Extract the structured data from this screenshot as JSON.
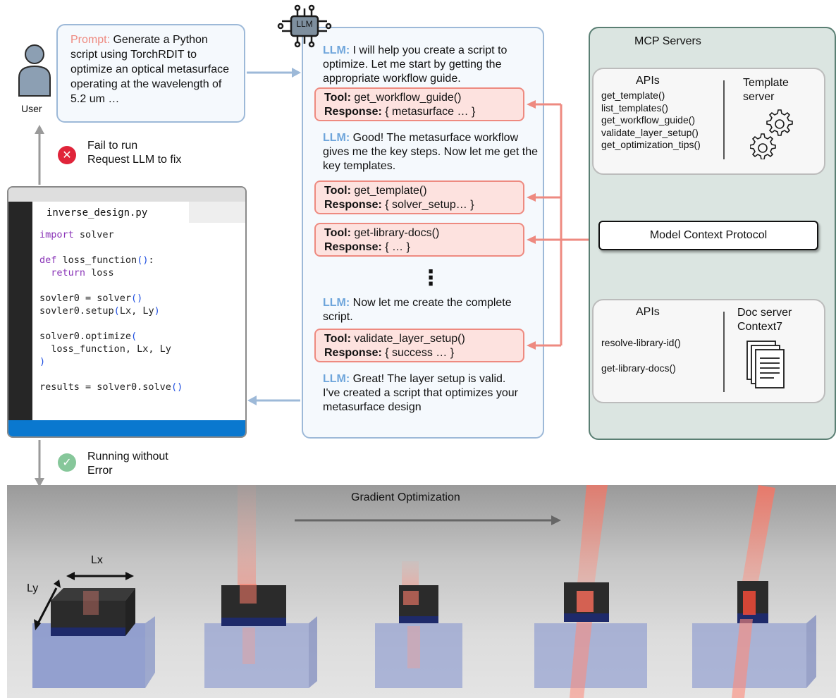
{
  "user": {
    "label": "User"
  },
  "prompt": {
    "label": "Prompt:",
    "text": " Generate a Python script using TorchRDIT to optimize an optical metasurface operating at the wavelength of 5.2 um …"
  },
  "status": {
    "fail_line1": "Fail to run",
    "fail_line2": "Request LLM to fix",
    "ok_line1": "Running without",
    "ok_line2": "Error"
  },
  "editor": {
    "filename": "inverse_design.py"
  },
  "llm_icon": {
    "label": "LLM"
  },
  "chat": {
    "llm_tag": "LLM:",
    "tool_tag": "Tool:",
    "response_tag": "Response:",
    "msg1": " I will help you create a script to optimize. Let me start by getting the appropriate workflow guide.",
    "tool1": " get_workflow_guide()",
    "resp1": " { metasurface … }",
    "msg2": " Good! The metasurface workflow gives me the key steps. Now let me get the key templates.",
    "tool2": " get_template()",
    "resp2": " { solver_setup… }",
    "tool3": " get-library-docs()",
    "resp3": " { … }",
    "ellipsis": "⋮",
    "msg3": " Now let me create the complete script.",
    "tool4": " validate_layer_setup()",
    "resp4": " { success … }",
    "msg4": " Great! The layer setup is valid. I've created a script that optimizes your metasurface design"
  },
  "mcp": {
    "title": "MCP Servers",
    "protocol": "Model Context Protocol",
    "template_server": {
      "apis_title": "APIs",
      "name_line1": "Template",
      "name_line2": "server",
      "apis": [
        "get_template()",
        "list_templates()",
        "get_workflow_guide()",
        "validate_layer_setup()",
        "get_optimization_tips()"
      ]
    },
    "doc_server": {
      "apis_title": "APIs",
      "name_line1": "Doc server",
      "name_line2": "Context7",
      "apis": [
        "resolve-library-id()",
        "get-library-docs()"
      ]
    }
  },
  "render": {
    "label": "Gradient Optimization",
    "lx": "Lx",
    "ly": "Ly"
  },
  "colors": {
    "accent_red": "#ee8a80",
    "llm_blue": "#6ea5db",
    "panel_blue_border": "#9db9d8",
    "mcp_green": "#dbe5e1",
    "fail_red": "#e0243a",
    "ok_green": "#86c79a"
  }
}
